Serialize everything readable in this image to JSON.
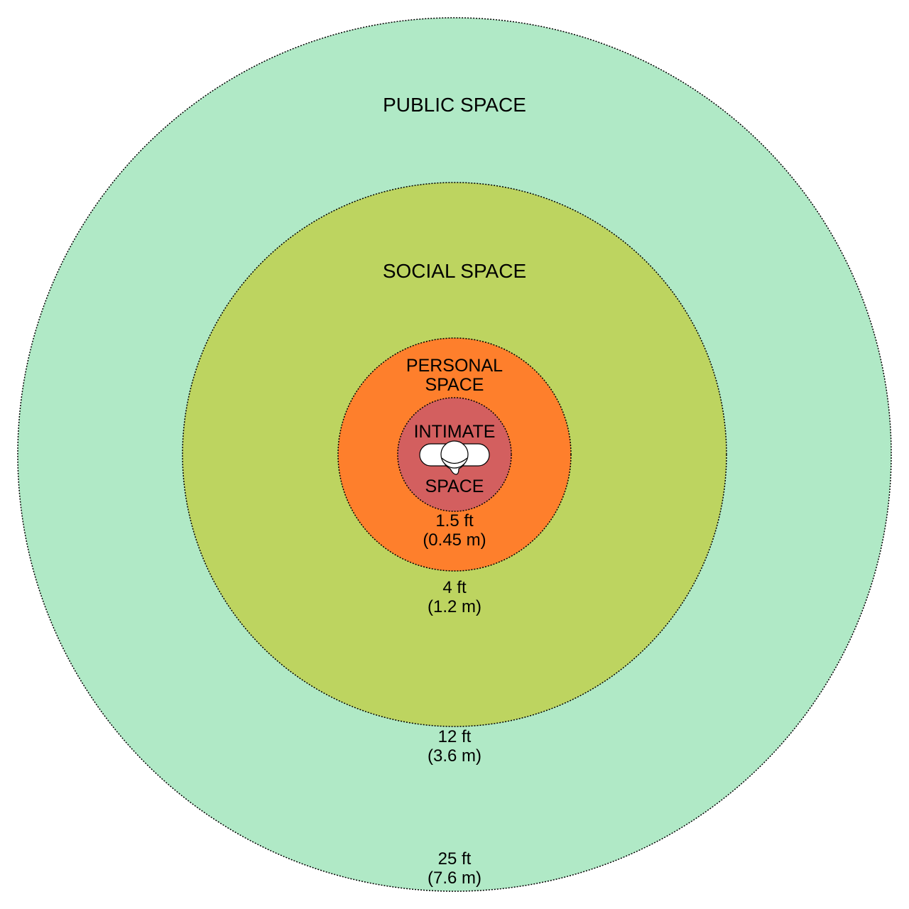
{
  "colors": {
    "public": "#b0e9c6",
    "social": "#bdd460",
    "personal": "#fe7f2c",
    "intimate": "#d35f5f",
    "border": "#000000",
    "person": "#ffffff"
  },
  "zones": [
    {
      "id": "public",
      "title": "PUBLIC SPACE",
      "distance_ft": "25 ft",
      "distance_m": "(7.6 m)"
    },
    {
      "id": "social",
      "title": "SOCIAL SPACE",
      "distance_ft": "12 ft",
      "distance_m": "(3.6 m)"
    },
    {
      "id": "personal",
      "title_line1": "PERSONAL",
      "title_line2": "SPACE",
      "distance_ft": "4 ft",
      "distance_m": "(1.2 m)"
    },
    {
      "id": "intimate",
      "title_line1": "INTIMATE",
      "title_line2": "SPACE",
      "distance_ft": "1.5 ft",
      "distance_m": "(0.45 m)"
    }
  ],
  "center_icon": "person-top-view-icon"
}
